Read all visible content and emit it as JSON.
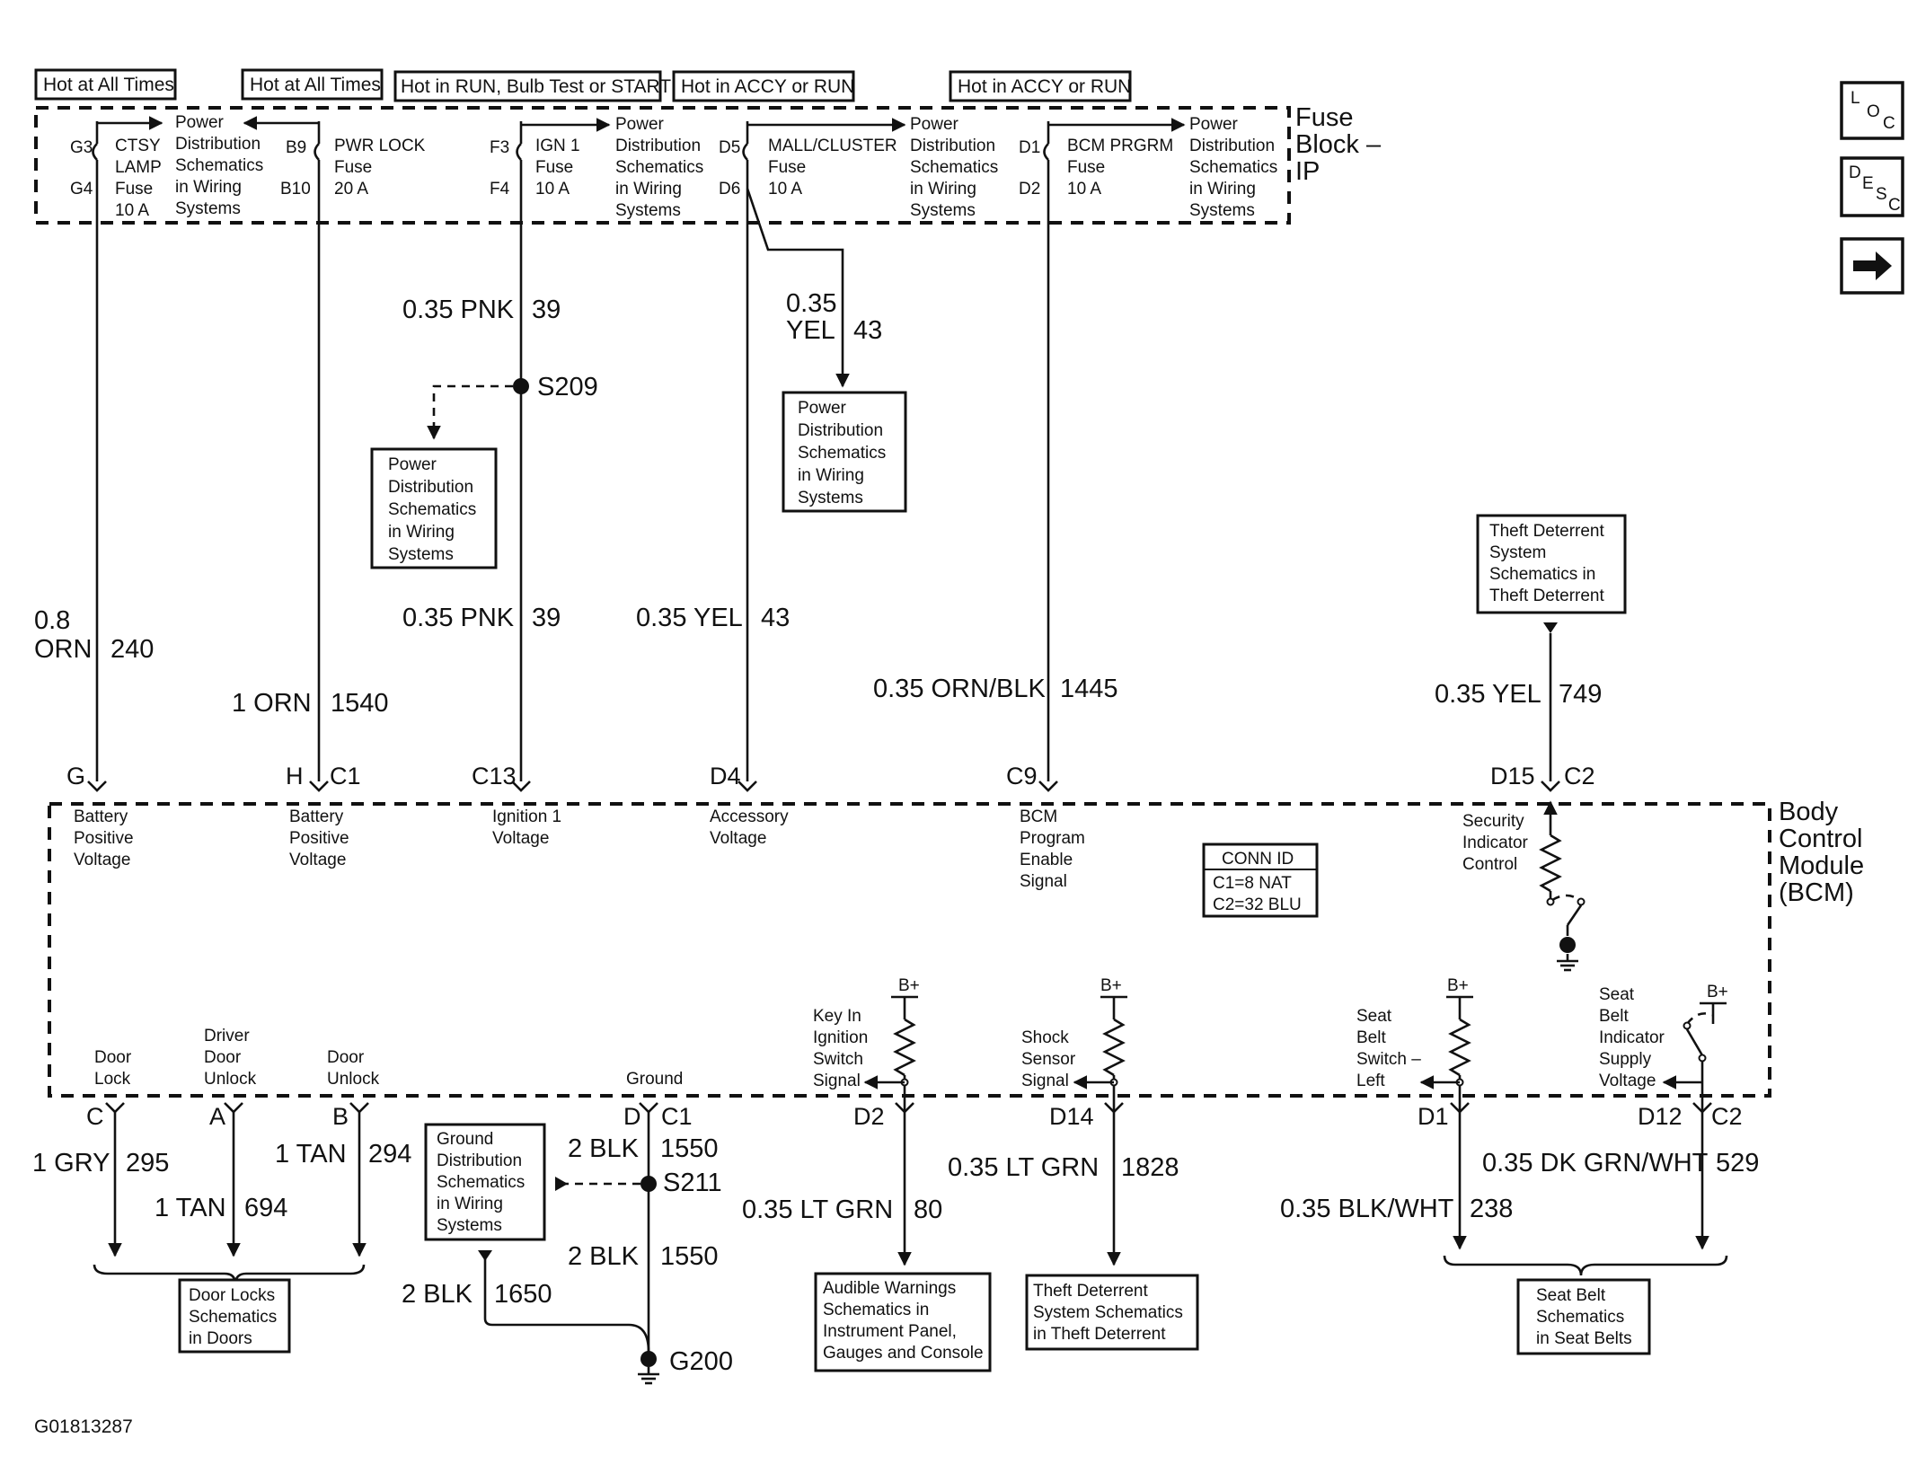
{
  "headers": [
    "Hot at All Times",
    "Hot at All Times",
    "Hot in RUN, Bulb Test or START",
    "Hot in ACCY or RUN",
    "Hot in ACCY or RUN"
  ],
  "fuse_block": {
    "title": [
      "Fuse",
      "Block –",
      "IP"
    ],
    "fuses": [
      {
        "pin_top": "G3",
        "pin_bottom": "G4",
        "name": [
          "CTSY",
          "LAMP",
          "Fuse",
          "10 A"
        ]
      },
      {
        "pin_top": "B9",
        "pin_bottom": "B10",
        "name": [
          "PWR LOCK",
          "Fuse",
          "20 A"
        ]
      },
      {
        "pin_top": "F3",
        "pin_bottom": "F4",
        "name": [
          "IGN 1",
          "Fuse",
          "10 A"
        ]
      },
      {
        "pin_top": "D5",
        "pin_bottom": "D6",
        "name": [
          "MALL/CLUSTER",
          "Fuse",
          "10 A"
        ]
      },
      {
        "pin_top": "D1",
        "pin_bottom": "D2",
        "name": [
          "BCM PRGRM",
          "Fuse",
          "10 A"
        ]
      }
    ],
    "power_ref": [
      "Power",
      "Distribution",
      "Schematics",
      "in Wiring",
      "Systems"
    ]
  },
  "wires_upper": {
    "w240": {
      "size": [
        "0.8",
        "ORN"
      ],
      "circuit": "240"
    },
    "w1540": {
      "size": "1 ORN",
      "circuit": "1540"
    },
    "w39_top": {
      "size": "0.35 PNK",
      "circuit": "39"
    },
    "w39_bottom": {
      "size": "0.35 PNK",
      "circuit": "39"
    },
    "w43_branch": {
      "size": [
        "0.35",
        "YEL"
      ],
      "circuit": "43"
    },
    "w43": {
      "size": "0.35 YEL",
      "circuit": "43"
    },
    "w1445": {
      "size": "0.35 ORN/BLK",
      "circuit": "1445"
    },
    "w749": {
      "size": "0.35 YEL",
      "circuit": "749"
    }
  },
  "splices": {
    "s209": "S209",
    "s211": "S211",
    "g200": "G200"
  },
  "ref_boxes": {
    "power1": [
      "Power",
      "Distribution",
      "Schematics",
      "in Wiring",
      "Systems"
    ],
    "power2": [
      "Power",
      "Distribution",
      "Schematics",
      "in Wiring",
      "Systems"
    ],
    "theft_top": [
      "Theft Deterrent",
      "System",
      "Schematics in",
      "Theft Deterrent"
    ],
    "ground": [
      "Ground",
      "Distribution",
      "Schematics",
      "in Wiring",
      "Systems"
    ],
    "door_locks": [
      "Door Locks",
      "Schematics",
      "in Doors"
    ],
    "audible": [
      "Audible Warnings",
      "Schematics in",
      "Instrument Panel,",
      "Gauges and Console"
    ],
    "theft_bottom": [
      "Theft Deterrent",
      "System Schematics",
      "in Theft Deterrent"
    ],
    "seat_belt": [
      "Seat Belt",
      "Schematics",
      "in Seat Belts"
    ]
  },
  "bcm": {
    "title": [
      "Body",
      "Control",
      "Module",
      "(BCM)"
    ],
    "conn_id": {
      "title": "CONN ID",
      "c1": "C1=8 NAT",
      "c2": "C2=32 BLU"
    },
    "top_pins": {
      "g": "G",
      "h": "H",
      "c1": "C1",
      "c13": "C13",
      "d4": "D4",
      "c9": "C9",
      "d15": "D15",
      "c2": "C2"
    },
    "top_labels": {
      "battery1": [
        "Battery",
        "Positive",
        "Voltage"
      ],
      "battery2": [
        "Battery",
        "Positive",
        "Voltage"
      ],
      "ignition": [
        "Ignition 1",
        "Voltage"
      ],
      "accessory": [
        "Accessory",
        "Voltage"
      ],
      "program": [
        "BCM",
        "Program",
        "Enable",
        "Signal"
      ],
      "security": [
        "Security",
        "Indicator",
        "Control"
      ]
    },
    "bottom_labels": {
      "door_lock": [
        "Door",
        "Lock"
      ],
      "driver_unlock": [
        "Driver",
        "Door",
        "Unlock"
      ],
      "door_unlock": [
        "Door",
        "Unlock"
      ],
      "ground": "Ground",
      "key_in": [
        "Key In",
        "Ignition",
        "Switch",
        "Signal"
      ],
      "shock": [
        "Shock",
        "Sensor",
        "Signal"
      ],
      "seat_belt_left": [
        "Seat",
        "Belt",
        "Switch –",
        "Left"
      ],
      "seat_belt_ind": [
        "Seat",
        "Belt",
        "Indicator",
        "Supply",
        "Voltage"
      ]
    },
    "bplus": "B+",
    "bottom_pins": {
      "c": "C",
      "a": "A",
      "b": "B",
      "d": "D",
      "c1": "C1",
      "d2": "D2",
      "d14": "D14",
      "d1": "D1",
      "d12": "D12",
      "c2": "C2"
    }
  },
  "wires_lower": {
    "w295": {
      "size": "1 GRY",
      "circuit": "295"
    },
    "w694": {
      "size": "1 TAN",
      "circuit": "694"
    },
    "w294": {
      "size": "1 TAN",
      "circuit": "294"
    },
    "w1550a": {
      "size": "2 BLK",
      "circuit": "1550"
    },
    "w1550b": {
      "size": "2 BLK",
      "circuit": "1550"
    },
    "w1650": {
      "size": "2 BLK",
      "circuit": "1650"
    },
    "w80": {
      "size": "0.35 LT GRN",
      "circuit": "80"
    },
    "w1828": {
      "size": "0.35 LT GRN",
      "circuit": "1828"
    },
    "w238": {
      "size": "0.35 BLK/WHT",
      "circuit": "238"
    },
    "w529": {
      "size": "0.35 DK GRN/WHT",
      "circuit": "529"
    }
  },
  "nav": {
    "loc": [
      "L",
      "O",
      "C"
    ],
    "desc": [
      "D",
      "E",
      "S",
      "C"
    ],
    "next_icon": "arrow-right-icon"
  },
  "figure_id": "G01813287"
}
